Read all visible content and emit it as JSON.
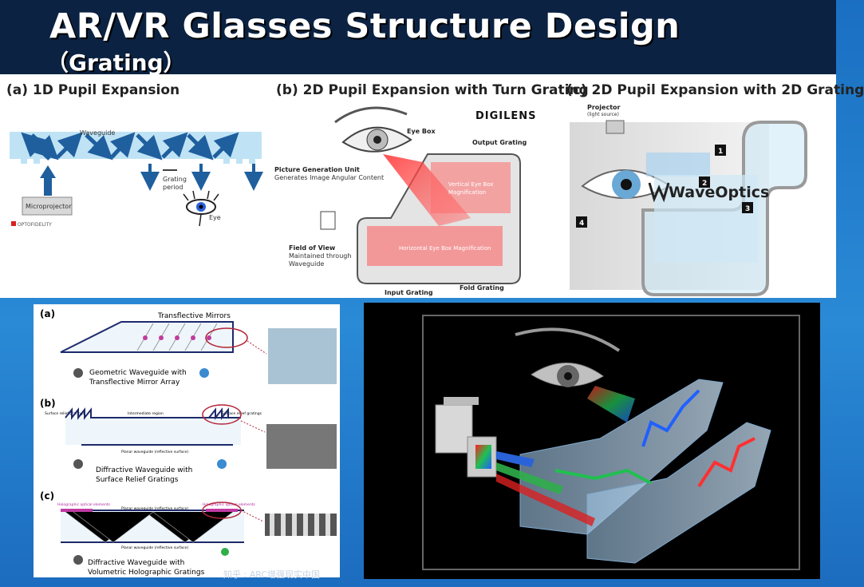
{
  "header": {
    "title": "AR/VR Glasses Structure Design",
    "subtitle": "（Grating）"
  },
  "panel_a": {
    "heading": "(a) 1D Pupil Expansion",
    "waveguide_label": "Waveguide",
    "grating_label_1": "Grating",
    "grating_label_2": "period",
    "microprojector_label": "Microprojector",
    "eye_label": "Eye",
    "logo_text": "OPTOFIDELITY"
  },
  "panel_b": {
    "heading": "(b) 2D Pupil Expansion with Turn Grating",
    "brand": "DIGILENS",
    "eye_box": "Eye Box",
    "output_grating": "Output Grating",
    "pgu_title": "Picture Generation Unit",
    "pgu_desc": "Generates Image Angular Content",
    "vertical_mag_1": "Vertical Eye Box",
    "vertical_mag_2": "Magnification",
    "horizontal_mag": "Horizontal Eye Box Magnification",
    "fov_title": "Field of View",
    "fov_desc_1": "Maintained through",
    "fov_desc_2": "Waveguide",
    "input_grating": "Input Grating",
    "fold_grating": "Fold Grating"
  },
  "panel_c": {
    "heading": "(c) 2D Pupil Expansion with 2D Grating",
    "brand": "WaveOptics",
    "projector_1": "Projector",
    "projector_2": "(light source)",
    "markers": [
      "1",
      "2",
      "3",
      "4"
    ]
  },
  "bottom_left": {
    "a_label": "(a)",
    "a_title": "Transflective Mirrors",
    "a_caption_1": "Geometric Waveguide with",
    "a_caption_2": "Transflective Mirror Array",
    "b_label": "(b)",
    "b_surface_relief_left": "Surface relief gratings",
    "b_intermediate": "Intermediate region",
    "b_surface_relief_right": "Surface relief gratings",
    "b_planar": "Planar waveguide (reflective surface)",
    "b_caption_1": "Diffractive Waveguide with",
    "b_caption_2": "Surface Relief Gratings",
    "c_label": "(c)",
    "c_holo_left": "Holographic optical elements",
    "c_planar_top": "Planar waveguide (reflective surface)",
    "c_holo_right": "Holographic optical elements",
    "c_planar_bottom": "Planar waveguide (reflective surface)",
    "c_caption_1": "Diffractive Waveguide with",
    "c_caption_2": "Volumetric Holographic Gratings"
  },
  "watermark": "知乎 : ARC增强现实中国",
  "colors": {
    "header_bg": "#0b2242",
    "waveguide_blue": "#bfe3f5",
    "arrow_blue": "#1f5f9e",
    "slide_blue": "#1a6fc2",
    "red_beam": "#d92020",
    "green_beam": "#2fae4a",
    "blue_beam": "#2a62d8"
  }
}
